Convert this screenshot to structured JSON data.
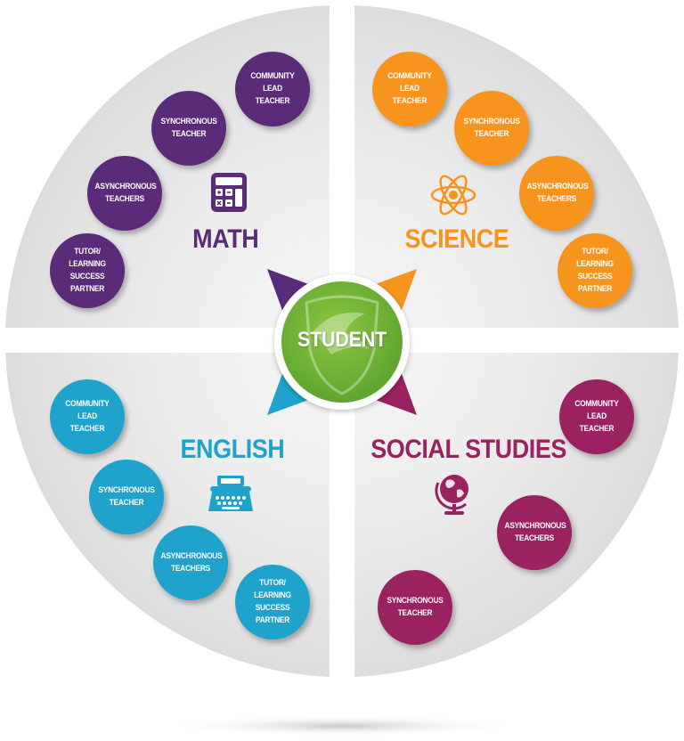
{
  "center": {
    "label": "STUDENT",
    "color": "#6cb33f"
  },
  "colors": {
    "math": "#5a2b79",
    "science": "#f7941d",
    "english": "#1fa3cc",
    "social_studies": "#9a2260",
    "panel": "#e6e6e6"
  },
  "quadrants": {
    "math": {
      "title": "MATH",
      "icon": "calculator-icon",
      "roles": [
        "COMMUNITY\nLEAD\nTEACHER",
        "SYNCHRONOUS\nTEACHER",
        "ASYNCHRONOUS\nTEACHERS",
        "TUTOR/\nLEARNING\nSUCCESS\nPARTNER"
      ]
    },
    "science": {
      "title": "SCIENCE",
      "icon": "atom-icon",
      "roles": [
        "COMMUNITY\nLEAD\nTEACHER",
        "SYNCHRONOUS\nTEACHER",
        "ASYNCHRONOUS\nTEACHERS",
        "TUTOR/\nLEARNING\nSUCCESS\nPARTNER"
      ]
    },
    "english": {
      "title": "ENGLISH",
      "icon": "typewriter-icon",
      "roles": [
        "COMMUNITY\nLEAD\nTEACHER",
        "SYNCHRONOUS\nTEACHER",
        "ASYNCHRONOUS\nTEACHERS",
        "TUTOR/\nLEARNING\nSUCCESS\nPARTNER"
      ]
    },
    "social_studies": {
      "title": "SOCIAL STUDIES",
      "icon": "globe-icon",
      "roles": [
        "COMMUNITY\nLEAD\nTEACHER",
        "ASYNCHRONOUS\nTEACHERS",
        "SYNCHRONOUS\nTEACHER"
      ]
    }
  }
}
